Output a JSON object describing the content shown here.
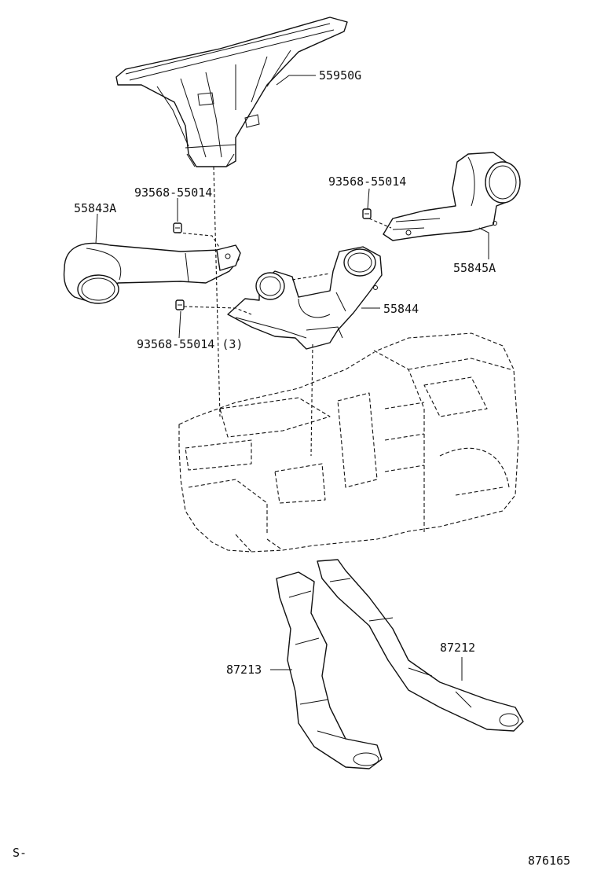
{
  "parts": {
    "p55950G": "55950G",
    "p55843A": "55843A",
    "p55845A": "55845A",
    "p55844": "55844",
    "p87212": "87212",
    "p87213": "87213",
    "screw_left_top": "93568-55014",
    "screw_right": "93568-55014",
    "screw_left_bottom": "93568-55014 (3)"
  },
  "footer": {
    "left_code": "S-",
    "diagram_number": "876165"
  }
}
